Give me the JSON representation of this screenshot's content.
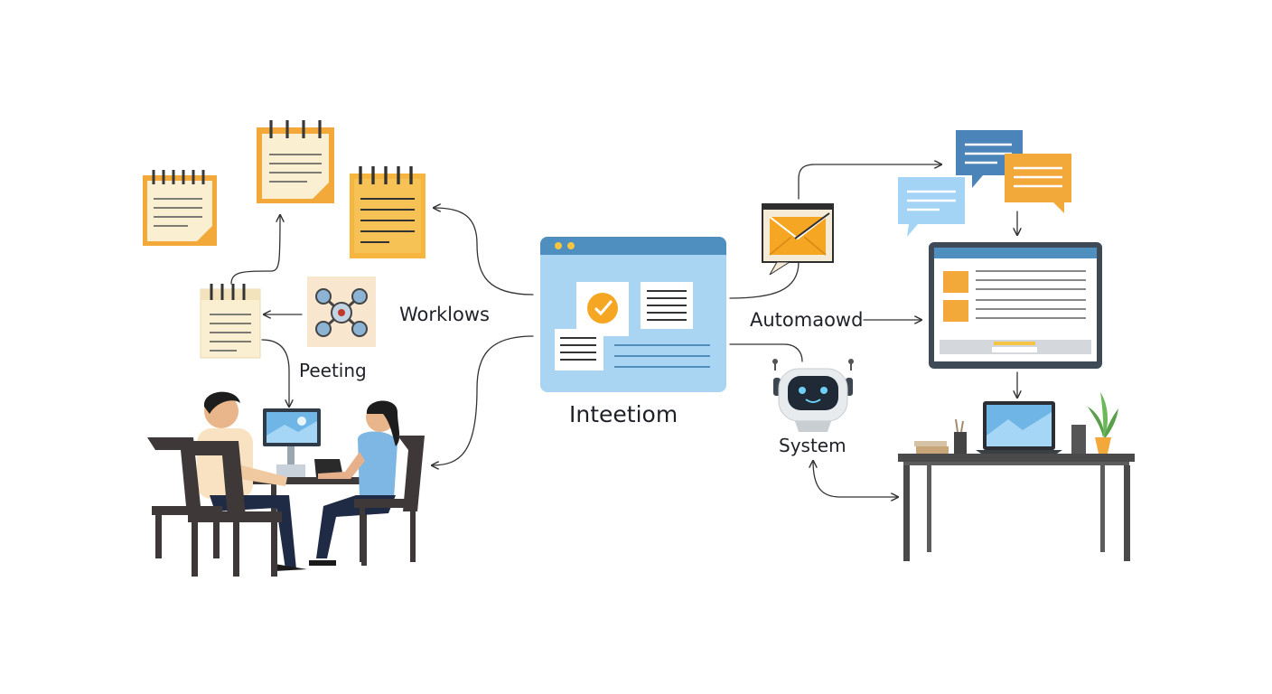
{
  "labels": {
    "worklows": "Worklows",
    "peeting": "Peeting",
    "inteetiom": "Inteetiom",
    "automaowd": "Automaowd",
    "system": "System"
  },
  "icons": [
    "notepad-icon",
    "network-icon",
    "meeting-team-icon",
    "browser-window-icon",
    "envelope-icon",
    "chat-bubbles-icon",
    "dashboard-monitor-icon",
    "robot-icon",
    "laptop-desk-icon",
    "plant-icon"
  ],
  "colors": {
    "note_orange": "#f3a93a",
    "note_cream": "#fbefd2",
    "panel_blue": "#a9d5f3",
    "header_blue": "#4f8fc0",
    "chat_blue": "#4a84b8",
    "chat_light": "#a3d4f5",
    "monitor_frame": "#3e4a56",
    "furniture_dark": "#3f3a3a",
    "arrow": "#333333"
  }
}
